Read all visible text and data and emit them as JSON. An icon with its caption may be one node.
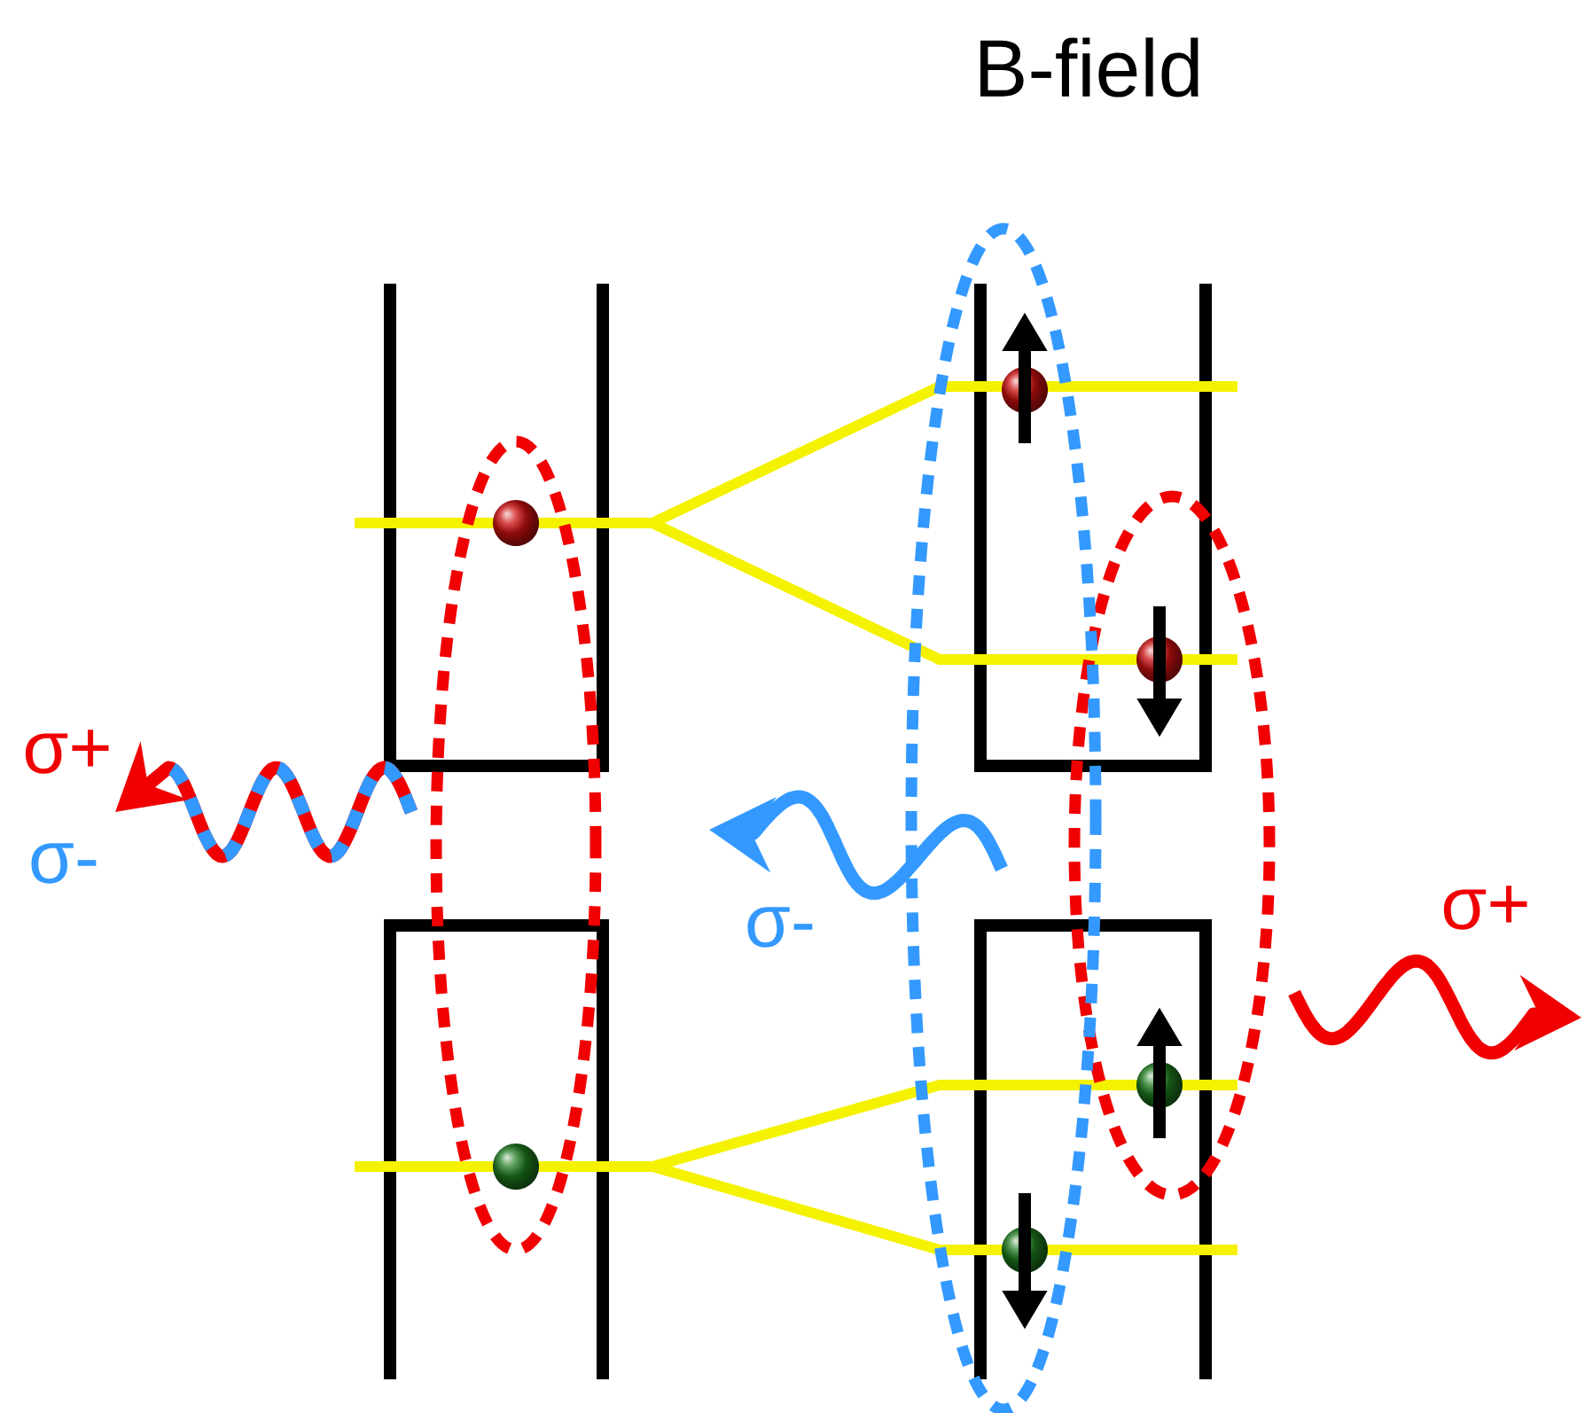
{
  "diagram": {
    "labels": [
      "B-field",
      "σ+",
      "σ-",
      "σ-",
      "σ+"
    ]
  }
}
